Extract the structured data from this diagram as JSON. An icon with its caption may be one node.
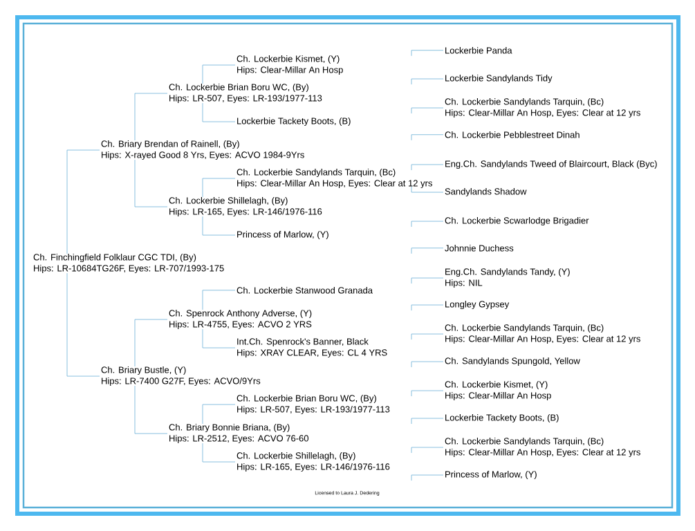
{
  "diagram": {
    "nodes": [
      {
        "text": [
          "Ch. Finchingfield Folklaur CGC TDI,  (By)",
          "Hips: LR-10684TG26F, Eyes: LR-707/1993-175"
        ]
      },
      {
        "text": [
          "Ch. Briary Brendan of Rainell,  (By)",
          "Hips: X-rayed Good 8 Yrs, Eyes: ACVO 1984-9Yrs"
        ]
      },
      {
        "text": [
          "Ch. Briary Bustle,  (Y)",
          "Hips: LR-7400  G27F, Eyes: ACVO/9Yrs"
        ]
      },
      {
        "text": [
          "Ch. Lockerbie Brian Boru WC,  (By)",
          "Hips: LR-507, Eyes: LR-193/1977-113"
        ]
      },
      {
        "text": [
          "Ch. Lockerbie Shillelagh,  (By)",
          "Hips: LR-165, Eyes: LR-146/1976-116"
        ]
      },
      {
        "text": [
          "Ch. Spenrock Anthony Adverse,  (Y)",
          "Hips: LR-4755, Eyes: ACVO 2 YRS"
        ]
      },
      {
        "text": [
          "Ch. Briary Bonnie Briana,  (By)",
          "Hips: LR-2512, Eyes: ACVO 76-60"
        ]
      },
      {
        "text": [
          "Ch. Lockerbie Kismet,  (Y)",
          "Hips: Clear-Millar An Hosp"
        ]
      },
      {
        "text": [
          "Lockerbie Tackety Boots,  (B)"
        ]
      },
      {
        "text": [
          "Ch. Lockerbie Sandylands Tarquin,  (Bc)",
          "Hips: Clear-Millar An Hosp, Eyes: Clear at 12 yrs"
        ]
      },
      {
        "text": [
          "Princess of Marlow,  (Y)"
        ]
      },
      {
        "text": [
          "Ch. Lockerbie Stanwood Granada"
        ]
      },
      {
        "text": [
          "Int.Ch. Spenrock's Banner,  Black",
          "Hips: XRAY CLEAR, Eyes: CL 4 YRS"
        ]
      },
      {
        "text": [
          "Ch. Lockerbie Brian Boru WC,  (By)",
          "Hips: LR-507, Eyes: LR-193/1977-113"
        ]
      },
      {
        "text": [
          "Ch. Lockerbie Shillelagh,  (By)",
          "Hips: LR-165, Eyes: LR-146/1976-116"
        ]
      },
      {
        "text": [
          "Lockerbie Panda"
        ]
      },
      {
        "text": [
          "Lockerbie Sandylands Tidy"
        ]
      },
      {
        "text": [
          "Ch. Lockerbie Sandylands Tarquin,  (Bc)",
          "Hips: Clear-Millar An Hosp, Eyes: Clear at 12 yrs"
        ]
      },
      {
        "text": [
          "Ch. Lockerbie Pebblestreet Dinah"
        ]
      },
      {
        "text": [
          "Eng.Ch. Sandylands Tweed of Blaircourt,  Black (Byc)"
        ]
      },
      {
        "text": [
          "Sandylands Shadow"
        ]
      },
      {
        "text": [
          "Ch. Lockerbie Scwarlodge Brigadier"
        ]
      },
      {
        "text": [
          "Johnnie Duchess"
        ]
      },
      {
        "text": [
          "Eng.Ch. Sandylands Tandy,  (Y)",
          "Hips: NIL"
        ]
      },
      {
        "text": [
          "Longley Gypsey"
        ]
      },
      {
        "text": [
          "Ch. Lockerbie Sandylands Tarquin,  (Bc)",
          "Hips: Clear-Millar An Hosp, Eyes: Clear at 12 yrs"
        ]
      },
      {
        "text": [
          "Ch. Sandylands Spungold,  Yellow"
        ]
      },
      {
        "text": [
          "Ch. Lockerbie Kismet,  (Y)",
          "Hips: Clear-Millar An Hosp"
        ]
      },
      {
        "text": [
          "Lockerbie Tackety Boots,  (B)"
        ]
      },
      {
        "text": [
          "Ch. Lockerbie Sandylands Tarquin,  (Bc)",
          "Hips: Clear-Millar An Hosp, Eyes: Clear at 12 yrs"
        ]
      },
      {
        "text": [
          "Princess of Marlow,  (Y)"
        ]
      }
    ],
    "edges": [
      {
        "from": 0,
        "to": 1,
        "arrow": "none"
      },
      {
        "from": 0,
        "to": 2,
        "arrow": "none"
      },
      {
        "from": 1,
        "to": 3,
        "arrow": "none"
      },
      {
        "from": 1,
        "to": 4,
        "arrow": "none"
      },
      {
        "from": 2,
        "to": 5,
        "arrow": "none"
      },
      {
        "from": 2,
        "to": 6,
        "arrow": "none"
      },
      {
        "from": 3,
        "to": 7,
        "arrow": "none"
      },
      {
        "from": 3,
        "to": 8,
        "arrow": "none"
      },
      {
        "from": 4,
        "to": 9,
        "arrow": "none"
      },
      {
        "from": 4,
        "to": 10,
        "arrow": "none"
      },
      {
        "from": 5,
        "to": 11,
        "arrow": "none"
      },
      {
        "from": 5,
        "to": 12,
        "arrow": "none"
      },
      {
        "from": 6,
        "to": 13,
        "arrow": "none"
      },
      {
        "from": 6,
        "to": 14,
        "arrow": "none"
      },
      {
        "from": null,
        "to": 15,
        "arrow": "none"
      },
      {
        "from": null,
        "to": 16,
        "arrow": "none"
      },
      {
        "from": null,
        "to": 17,
        "arrow": "none"
      },
      {
        "from": null,
        "to": 18,
        "arrow": "none"
      },
      {
        "from": 9,
        "to": 19,
        "arrow": "none"
      },
      {
        "from": 9,
        "to": 20,
        "arrow": "none"
      },
      {
        "from": null,
        "to": 21,
        "arrow": "none"
      },
      {
        "from": null,
        "to": 22,
        "arrow": "none"
      },
      {
        "from": null,
        "to": 23,
        "arrow": "none"
      },
      {
        "from": null,
        "to": 24,
        "arrow": "none"
      },
      {
        "from": null,
        "to": 25,
        "arrow": "none"
      },
      {
        "from": null,
        "to": 26,
        "arrow": "none"
      },
      {
        "from": null,
        "to": 27,
        "arrow": "none"
      },
      {
        "from": null,
        "to": 28,
        "arrow": "none"
      },
      {
        "from": null,
        "to": 29,
        "arrow": "none"
      },
      {
        "from": null,
        "to": 30,
        "arrow": "none"
      }
    ],
    "labels": [
      "Licensed to Laura J. Dedering"
    ]
  }
}
